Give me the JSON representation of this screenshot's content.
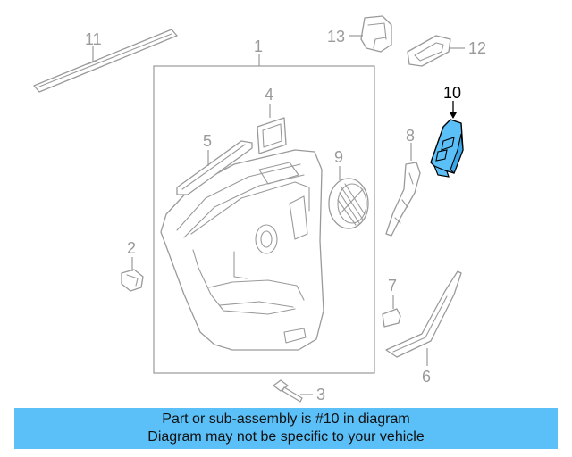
{
  "diagram": {
    "highlight_color": "#5bc0f8",
    "line_color": "#9a9a9a",
    "callouts": {
      "p1": "1",
      "p2": "2",
      "p3": "3",
      "p4": "4",
      "p5": "5",
      "p6": "6",
      "p7": "7",
      "p8": "8",
      "p9": "9",
      "p10": "10",
      "p11": "11",
      "p12": "12",
      "p13": "13"
    },
    "highlighted_part": "10"
  },
  "footer": {
    "line1": "Part or sub-assembly is #10 in diagram",
    "line2": "Diagram may not be specific to your vehicle"
  }
}
